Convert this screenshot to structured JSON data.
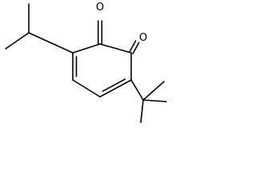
{
  "molecule": {
    "colors": {
      "bond": "#000000",
      "background": "#ffffff"
    },
    "atoms": [
      {
        "id": "c1",
        "element": "C"
      },
      {
        "id": "c2",
        "element": "C"
      },
      {
        "id": "c3",
        "element": "C"
      },
      {
        "id": "c4",
        "element": "C"
      },
      {
        "id": "c5",
        "element": "C"
      },
      {
        "id": "c6",
        "element": "C"
      },
      {
        "id": "o1",
        "element": "O",
        "label": "O"
      },
      {
        "id": "o2",
        "element": "O",
        "label": "O"
      },
      {
        "id": "ip_ch",
        "element": "C"
      },
      {
        "id": "ip_me1",
        "element": "C"
      },
      {
        "id": "ip_me2",
        "element": "C"
      },
      {
        "id": "tb_c",
        "element": "C"
      },
      {
        "id": "tb_me1",
        "element": "C"
      },
      {
        "id": "tb_me2",
        "element": "C"
      },
      {
        "id": "tb_me3",
        "element": "C"
      }
    ],
    "bonds": [
      {
        "id": "b1",
        "from": "c1",
        "to": "c2",
        "order": 1
      },
      {
        "id": "b2",
        "from": "c2",
        "to": "c3",
        "order": 1
      },
      {
        "id": "b3",
        "from": "c3",
        "to": "c4",
        "order": 2
      },
      {
        "id": "b4",
        "from": "c4",
        "to": "c5",
        "order": 1
      },
      {
        "id": "b5",
        "from": "c5",
        "to": "c6",
        "order": 2
      },
      {
        "id": "b6",
        "from": "c6",
        "to": "c1",
        "order": 1
      },
      {
        "id": "b7",
        "from": "c1",
        "to": "o1",
        "order": 2
      },
      {
        "id": "b8",
        "from": "c2",
        "to": "o2",
        "order": 2
      },
      {
        "id": "b9",
        "from": "c6",
        "to": "ip_ch",
        "order": 1
      },
      {
        "id": "b10",
        "from": "ip_ch",
        "to": "ip_me1",
        "order": 1
      },
      {
        "id": "b11",
        "from": "ip_ch",
        "to": "ip_me2",
        "order": 1
      },
      {
        "id": "b12",
        "from": "c3",
        "to": "tb_c",
        "order": 1
      },
      {
        "id": "b13",
        "from": "tb_c",
        "to": "tb_me1",
        "order": 1
      },
      {
        "id": "b14",
        "from": "tb_c",
        "to": "tb_me2",
        "order": 1
      },
      {
        "id": "b15",
        "from": "tb_c",
        "to": "tb_me3",
        "order": 1
      }
    ]
  }
}
